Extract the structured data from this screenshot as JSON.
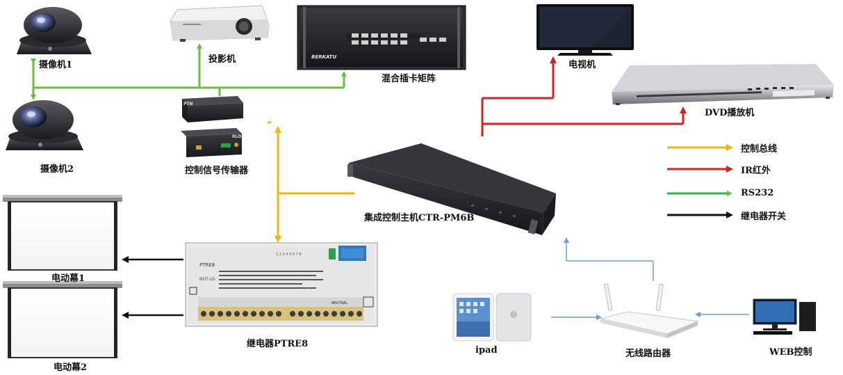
{
  "devices": {
    "camera1": "摄像机1",
    "camera2": "摄像机2",
    "projector": "投影机",
    "matrix": "混合插卡矩阵",
    "tv": "电视机",
    "dvd": "DVD播放机",
    "transmitter": "控制信号传输器",
    "host": "集成控制主机CTR-PM6B",
    "relay": "继电器PTRE8",
    "screen1": "电动幕1",
    "screen2": "电动幕2",
    "ipad": "ipad",
    "router": "无线路由器",
    "web": "WEB控制"
  },
  "brands": {
    "matrix_brand": "BERKATU",
    "transmitter_brand_top": "PTN",
    "transmitter_brand_bottom": "RLO",
    "relay_model": "PTRE8",
    "relay_sub": "NOT-US",
    "relay_neutral": "NEUTRAL"
  },
  "legend": [
    {
      "label": "控制总线",
      "color": "#f2b705"
    },
    {
      "label": "IR红外",
      "color": "#e01b1b"
    },
    {
      "label": "RS232",
      "color": "#2db34a"
    },
    {
      "label": "继电器开关",
      "color": "#111111"
    }
  ],
  "colors": {
    "control_bus": "#f2b705",
    "ir": "#e01b1b",
    "rs232": "#6cbf3e",
    "relay": "#111111",
    "wifi": "#6a9fd4"
  }
}
